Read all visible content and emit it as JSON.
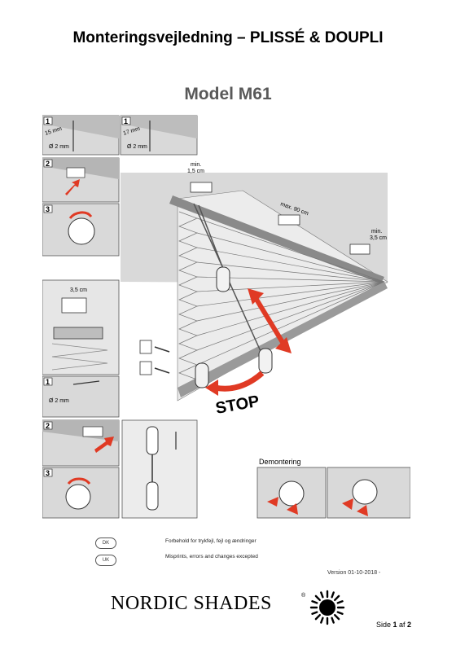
{
  "header": {
    "title": "Monteringsvejledning – PLISSÉ & DOUPLI",
    "model": "Model M61"
  },
  "illustration": {
    "steps": {
      "s1": "1",
      "s2": "2",
      "s3": "3",
      "s1b": "1",
      "s2b": "2",
      "s3b": "3"
    },
    "dims": {
      "d15": "15 mm",
      "d17": "17 mm",
      "dia1": "Ø 2 mm",
      "dia2": "Ø 2 mm",
      "dia3": "Ø 2 mm",
      "min1a": "min.",
      "min1b": "1,5 cm",
      "max": "max. 90 cm",
      "min2a": "min.",
      "min2b": "3,5 cm",
      "d35": "3,5 cm"
    },
    "stop": "STOP",
    "demontering": "Demontering"
  },
  "footer": {
    "dk_badge": "DK",
    "uk_badge": "UK",
    "dk_text": "Forbehold for trykfejl, fejl og ændringer",
    "uk_text": "Misprints, errors and changes excepted",
    "version": "Version 01-10-2018 -",
    "logo": "NORDIC SHADES",
    "reg": "®",
    "page_prefix": "Side ",
    "page_current": "1",
    "page_mid": " af ",
    "page_total": "2"
  },
  "colors": {
    "arrow_red": "#e03a24",
    "panel_gray": "#d9d9d9",
    "dark_gray": "#6d6d6d",
    "title_gray": "#595959"
  }
}
